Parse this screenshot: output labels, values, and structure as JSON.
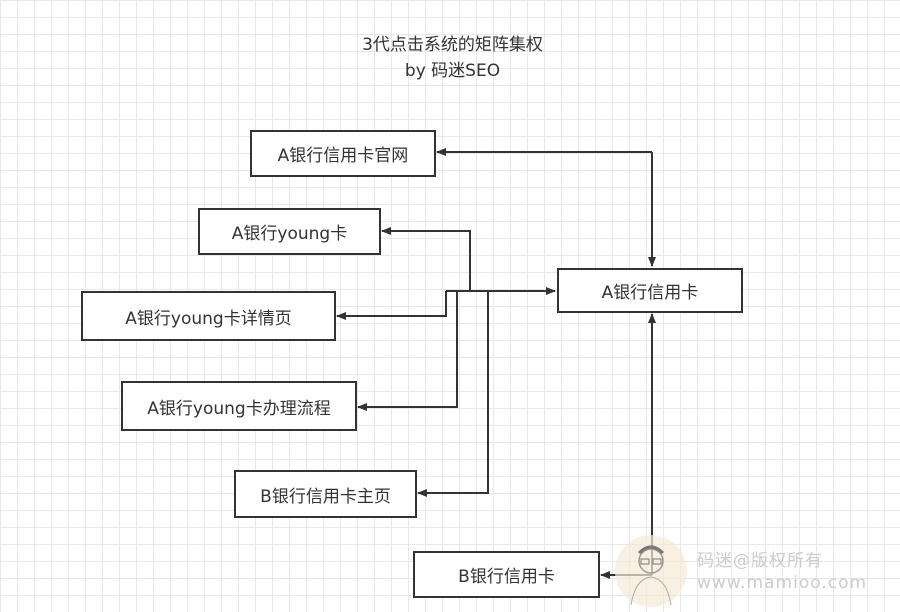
{
  "title": {
    "line1": "3代点击系统的矩阵集权",
    "line2": "by 码迷SEO"
  },
  "nodes": {
    "a_official": "A银行信用卡官网",
    "a_young": "A银行young卡",
    "a_young_detail": "A银行young卡详情页",
    "a_young_process": "A银行young卡办理流程",
    "b_home": "B银行信用卡主页",
    "a_card": "A银行信用卡",
    "b_card": "B银行信用卡"
  },
  "watermark": {
    "line1": "码迷@版权所有",
    "line2": "www.mamioo.com"
  }
}
